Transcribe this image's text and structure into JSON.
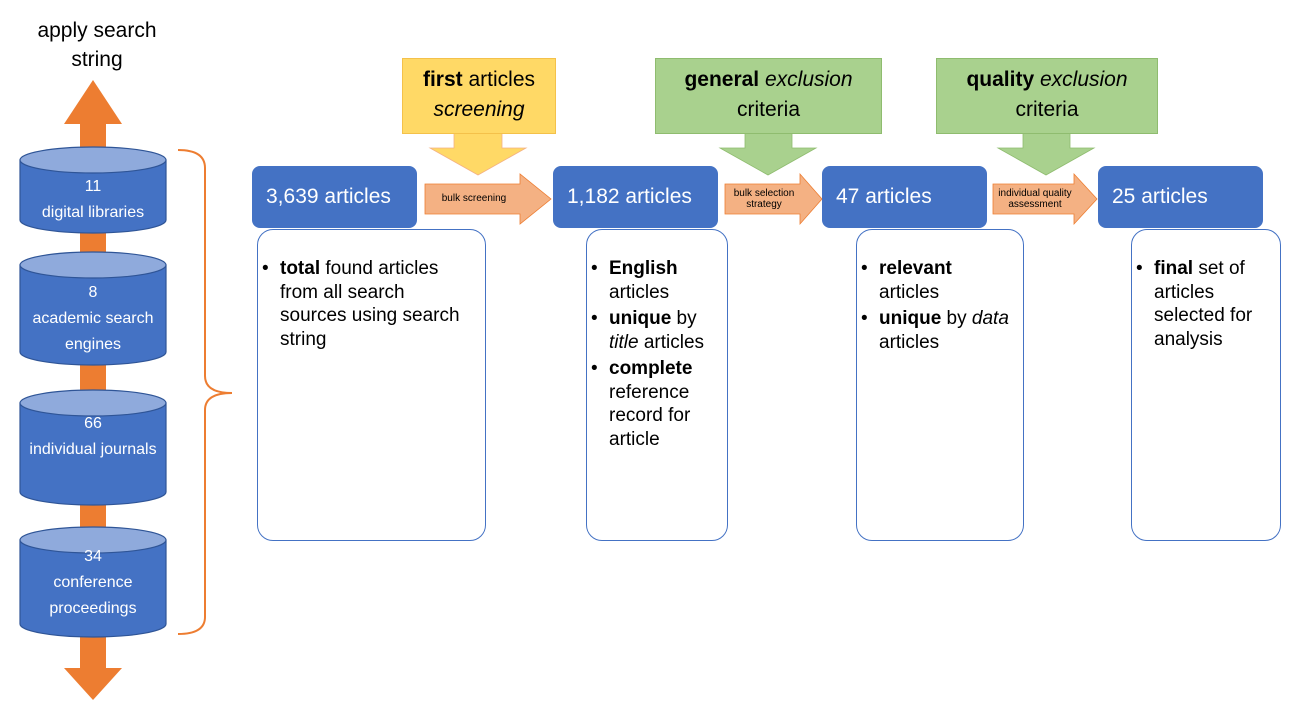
{
  "top_label": "apply search string",
  "sources": [
    {
      "count": "11",
      "label": "digital libraries"
    },
    {
      "count": "8",
      "label": "academic search engines"
    },
    {
      "count": "66",
      "label": "individual journals"
    },
    {
      "count": "34",
      "label": "conference proceedings"
    }
  ],
  "callouts": [
    {
      "bold": "first",
      "rest": "articles",
      "italic": "screening"
    },
    {
      "bold": "general",
      "italic": "exclusion",
      "rest": "criteria"
    },
    {
      "bold": "quality",
      "italic": "exclusion",
      "rest": "criteria"
    }
  ],
  "steps": [
    {
      "count": "3,639 articles",
      "items": [
        [
          {
            "b": "total"
          },
          {
            "t": " found articles from all search sources using search string"
          }
        ]
      ]
    },
    {
      "count": "1,182 articles",
      "items": [
        [
          {
            "b": "English"
          },
          {
            "t": " articles"
          }
        ],
        [
          {
            "b": "unique"
          },
          {
            "t": " by "
          },
          {
            "i": "title"
          },
          {
            "t": " articles"
          }
        ],
        [
          {
            "b": "complete"
          },
          {
            "t": " reference record for article"
          }
        ]
      ]
    },
    {
      "count": "47 articles",
      "items": [
        [
          {
            "b": "relevant"
          },
          {
            "t": " articles"
          }
        ],
        [
          {
            "b": "unique"
          },
          {
            "t": " by "
          },
          {
            "i": "data"
          },
          {
            "t": " articles"
          }
        ]
      ]
    },
    {
      "count": "25 articles",
      "items": [
        [
          {
            "b": "final"
          },
          {
            "t": " set of articles selected for analysis"
          }
        ]
      ]
    }
  ],
  "arrows": [
    {
      "label": "bulk screening"
    },
    {
      "label": "bulk selection strategy"
    },
    {
      "label": "individual quality assessment"
    }
  ],
  "colors": {
    "blue": "#4472c4",
    "cylinder_top": "#8faadc",
    "orange": "#ed7d31",
    "callout_yellow": "#ffd966",
    "callout_green": "#a9d18e",
    "arrow_salmon": "#f4b183"
  }
}
